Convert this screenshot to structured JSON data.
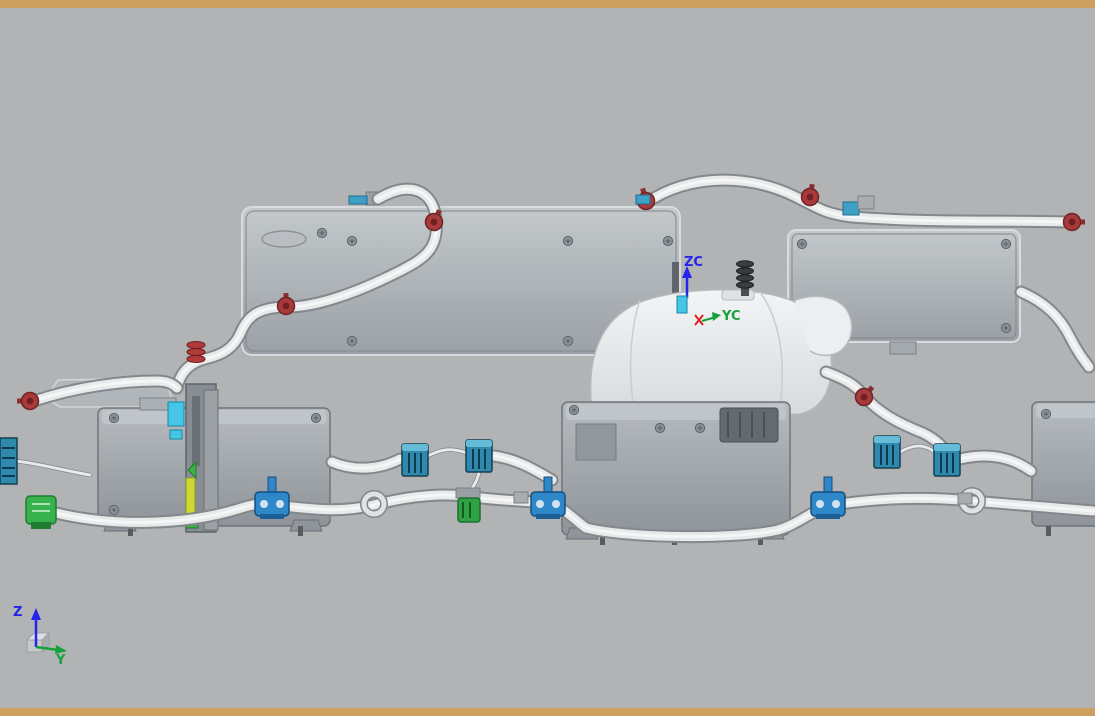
{
  "viewport": {
    "type": "cad-3d-viewport",
    "background_color": "#b2b3b5",
    "frame_color": "#cda05f"
  },
  "wcs": {
    "zc_label": "ZC",
    "yc_label": "YC",
    "zc_color": "#2424ec",
    "yc_color": "#17a13d",
    "origin_marker_color": "#e02020"
  },
  "triad": {
    "z_label": "Z",
    "y_label": "Y",
    "z_color": "#2424ec",
    "y_color": "#17a13d"
  },
  "palette": {
    "plate_gray": "#a6acb0",
    "module_gray": "#9aa0a5",
    "hose_white": "#e7e9ea",
    "connector_blue": "#2e89ad",
    "pipe_clamp_blue": "#2f86c8",
    "clamp_red": "#a93a3c",
    "connector_green": "#38b24c",
    "highlight_lime": "#cdd835",
    "accent_cyan": "#45c6e6",
    "dark_coil": "#3a3c3e"
  }
}
